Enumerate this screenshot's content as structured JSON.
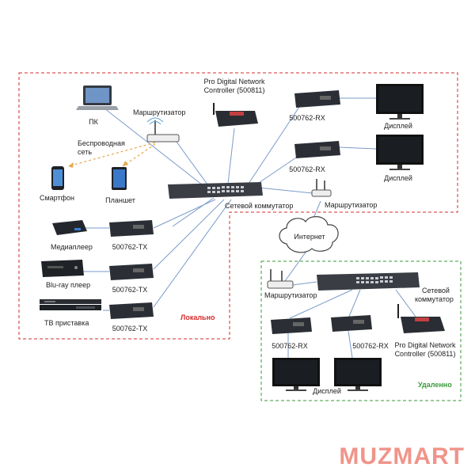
{
  "labels": {
    "pc": "ПК",
    "router_top": "Маршрутизатор",
    "wireless_line1": "Беспроводная",
    "wireless_line2": "сеть",
    "smartphone": "Смартфон",
    "tablet": "Планшет",
    "controller_local_line1": "Pro Digital Network",
    "controller_local_line2": "Controller (500811)",
    "rx_top1": "500762-RX",
    "rx_top2": "500762-RX",
    "display_top1": "Дисплей",
    "display_top2": "Дисплей",
    "switch_local": "Сетевой коммутатор",
    "router_local_right": "Маршрутизатор",
    "media_player": "Медиаплеер",
    "tx1": "500762-TX",
    "bluray": "Blu-ray плеер",
    "tx2": "500762-TX",
    "tvbox": "ТВ приставка",
    "tx3": "500762-TX",
    "zone_local": "Локально",
    "internet": "Интернет",
    "router_remote": "Маршрутизатор",
    "switch_remote_line1": "Сетевой",
    "switch_remote_line2": "коммутатор",
    "rx_remote1": "500762-RX",
    "rx_remote2": "500762-RX",
    "controller_remote_line1": "Pro Digital Network",
    "controller_remote_line2": "Controller (500811)",
    "display_remote": "Дисплей",
    "zone_remote": "Удаленно",
    "brand": "MUZMART"
  },
  "colors": {
    "local_border": "#d62b2b",
    "remote_border": "#3a9a3a",
    "link": "#7a9bc8",
    "wireless": "#e8a84a",
    "brand": "#f0948a"
  }
}
